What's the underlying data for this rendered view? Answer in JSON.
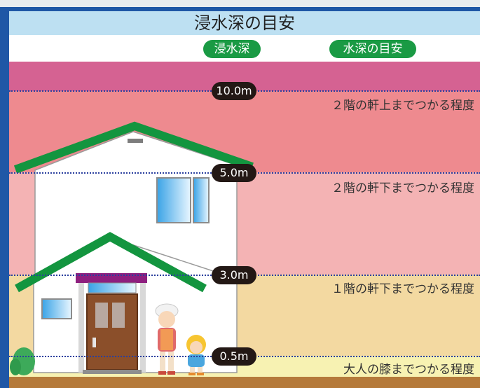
{
  "title": "浸水深の目安",
  "legend": {
    "depth_label": "浸水深",
    "guide_label": "水深の目安"
  },
  "levels": [
    {
      "depth": "10.0m",
      "description": "２階の軒上までつかる程度"
    },
    {
      "depth": "5.0m",
      "description": "２階の軒下までつかる程度"
    },
    {
      "depth": "3.0m",
      "description": "１階の軒下までつかる程度"
    },
    {
      "depth": "0.5m",
      "description": "大人の膝までつかる程度"
    }
  ],
  "colors": {
    "frame": "#1f57a6",
    "title_band": "#bde0f2",
    "pill_green": "#1a9a44",
    "band_over_10m": "#d56292",
    "band_5_to_10m": "#ee8a8f",
    "band_3_to_5m": "#f4b3b4",
    "band_05_to_3m": "#f3d9a1",
    "band_0_to_05m": "#f7f2b2",
    "roof": "#13953f",
    "level_pill": "#231815"
  }
}
